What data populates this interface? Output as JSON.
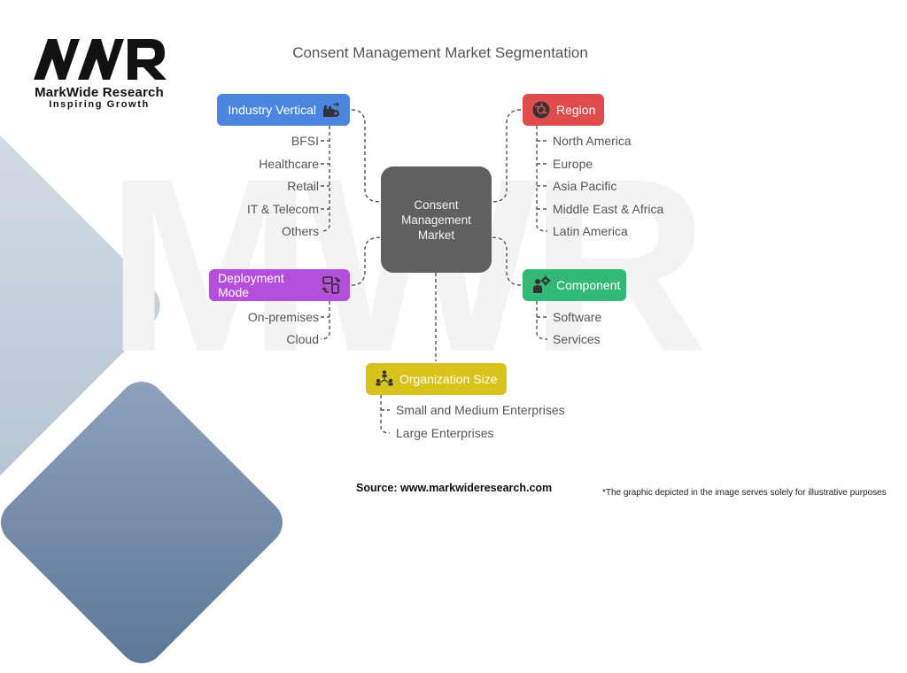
{
  "brand": {
    "logo_mark": "MWR",
    "name": "MarkWide Research",
    "tagline": "Inspiring Growth"
  },
  "title": "Consent Management Market Segmentation",
  "center": {
    "line1": "Consent",
    "line2": "Management",
    "line3": "Market"
  },
  "colors": {
    "industry": "#4a86e0",
    "deployment": "#b44fdc",
    "region": "#e04b4b",
    "component": "#33b976",
    "organization": "#d8c31c",
    "center": "#606060"
  },
  "segments": {
    "industry": {
      "label": "Industry Vertical",
      "icon": "industry-icon",
      "items": [
        "BFSI",
        "Healthcare",
        "Retail",
        "IT & Telecom",
        "Others"
      ]
    },
    "deployment": {
      "label": "Deployment Mode",
      "icon": "devices-sync-icon",
      "items": [
        "On-premises",
        "Cloud"
      ]
    },
    "region": {
      "label": "Region",
      "icon": "globe-icon",
      "items": [
        "North America",
        "Europe",
        "Asia Pacific",
        "Middle East & Africa",
        "Latin America"
      ]
    },
    "component": {
      "label": "Component",
      "icon": "person-gear-icon",
      "items": [
        "Software",
        "Services"
      ]
    },
    "organization": {
      "label": "Organization Size",
      "icon": "org-hierarchy-icon",
      "items": [
        "Small and Medium Enterprises",
        "Large Enterprises"
      ]
    }
  },
  "footer": {
    "source": "Source: www.markwideresearch.com",
    "disclaimer": "*The graphic depicted in the image serves solely for illustrative purposes"
  }
}
